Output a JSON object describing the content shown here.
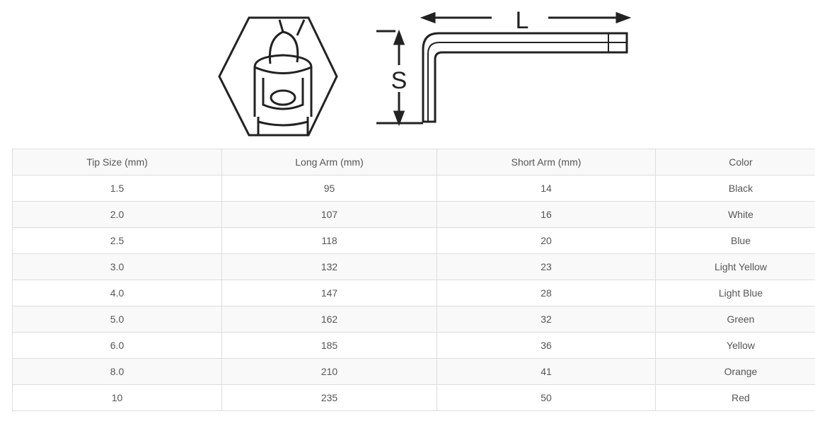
{
  "diagram": {
    "length_label": "L",
    "short_label": "S"
  },
  "table": {
    "headers": [
      "Tip Size (mm)",
      "Long Arm (mm)",
      "Short Arm (mm)",
      "Color"
    ],
    "rows": [
      [
        "1.5",
        "95",
        "14",
        "Black"
      ],
      [
        "2.0",
        "107",
        "16",
        "White"
      ],
      [
        "2.5",
        "118",
        "20",
        "Blue"
      ],
      [
        "3.0",
        "132",
        "23",
        "Light Yellow"
      ],
      [
        "4.0",
        "147",
        "28",
        "Light Blue"
      ],
      [
        "5.0",
        "162",
        "32",
        "Green"
      ],
      [
        "6.0",
        "185",
        "36",
        "Yellow"
      ],
      [
        "8.0",
        "210",
        "41",
        "Orange"
      ],
      [
        "10",
        "235",
        "50",
        "Red"
      ]
    ]
  }
}
